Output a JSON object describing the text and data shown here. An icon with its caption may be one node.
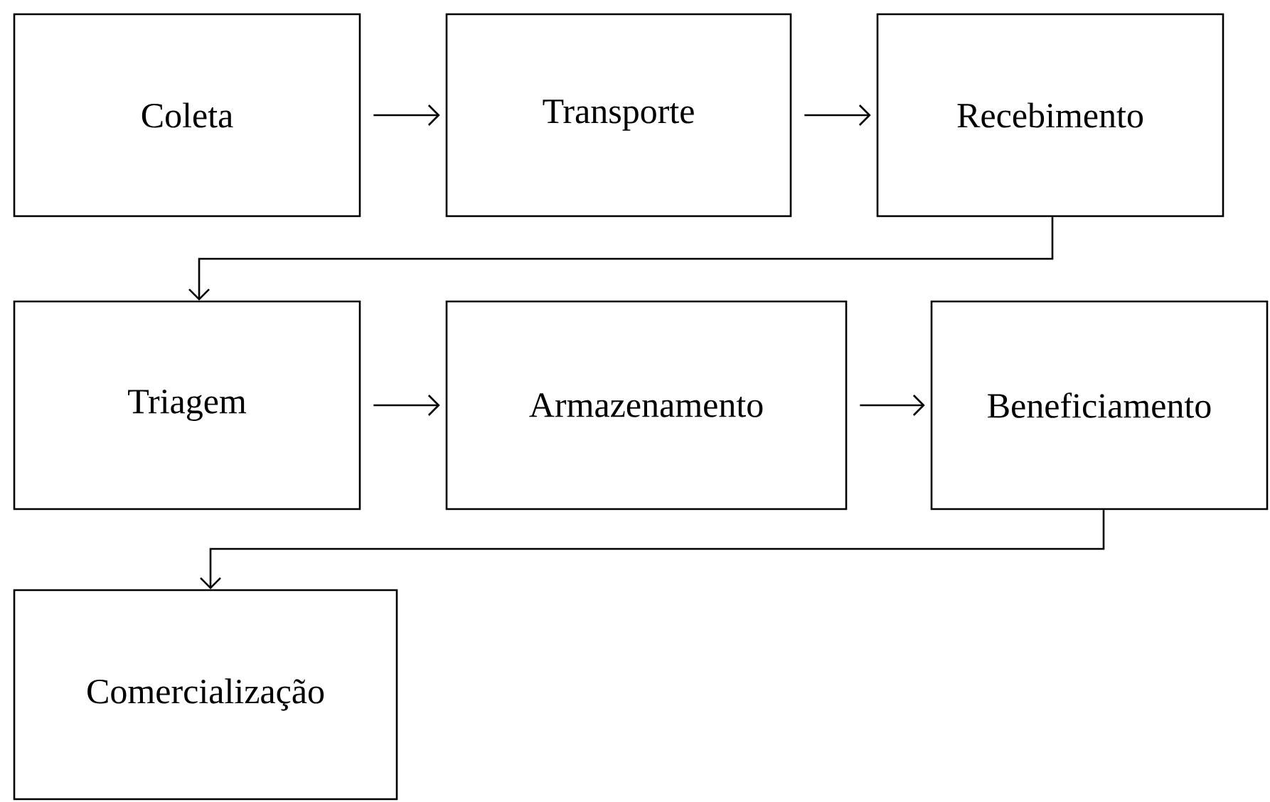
{
  "diagram": {
    "nodes": [
      {
        "text": [
          "Coleta"
        ]
      },
      {
        "text": [
          "Transporte"
        ]
      },
      {
        "text": [
          "Recebimento"
        ]
      },
      {
        "text": [
          "Triagem"
        ]
      },
      {
        "text": [
          "Armazenamento"
        ]
      },
      {
        "text": [
          "Beneficiamento"
        ]
      },
      {
        "text": [
          "Comercialização"
        ]
      }
    ],
    "edges": [
      {
        "from": 0,
        "to": 1,
        "arrow": "to"
      },
      {
        "from": 1,
        "to": 2,
        "arrow": "to"
      },
      {
        "from": 2,
        "to": 3,
        "arrow": "to"
      },
      {
        "from": 3,
        "to": 4,
        "arrow": "to"
      },
      {
        "from": 4,
        "to": 5,
        "arrow": "to"
      },
      {
        "from": 5,
        "to": 6,
        "arrow": "to"
      }
    ]
  }
}
